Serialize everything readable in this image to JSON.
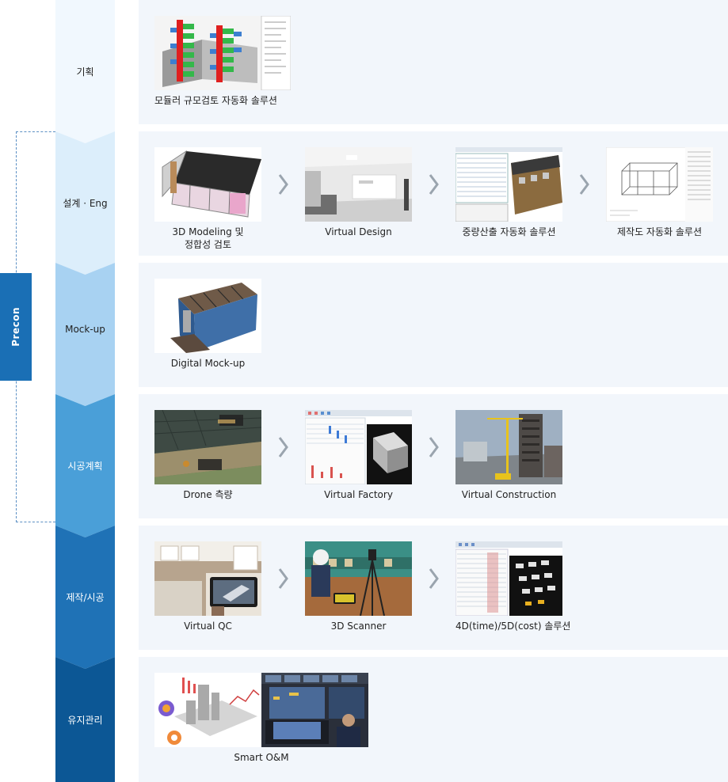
{
  "precon": {
    "label": "Precon"
  },
  "stages": [
    {
      "label": "기획"
    },
    {
      "label": "설계 · Eng"
    },
    {
      "label": "Mock-up"
    },
    {
      "label": "시공계획"
    },
    {
      "label": "제작/시공"
    },
    {
      "label": "유지관리"
    }
  ],
  "rows": [
    {
      "items": [
        {
          "caption": "모듈러 규모검토 자동화 솔루션",
          "icon": "building-massing-image"
        }
      ]
    },
    {
      "items": [
        {
          "caption": "3D Modeling 및\n정합성 검토",
          "icon": "modular-frame-image"
        },
        {
          "caption": "Virtual Design",
          "icon": "interior-render-image"
        },
        {
          "caption": "중량산출 자동화 솔루션",
          "icon": "weight-calc-software-image"
        },
        {
          "caption": "제작도 자동화 솔루션",
          "icon": "shop-drawing-image"
        }
      ]
    },
    {
      "items": [
        {
          "caption": "Digital Mock-up",
          "icon": "mockup-module-image"
        }
      ]
    },
    {
      "items": [
        {
          "caption": "Drone 측량",
          "icon": "drone-aerial-image"
        },
        {
          "caption": "Virtual Factory",
          "icon": "factory-software-image"
        },
        {
          "caption": "Virtual Construction",
          "icon": "crane-construction-image"
        }
      ]
    },
    {
      "items": [
        {
          "caption": "Virtual QC",
          "icon": "tablet-qc-image"
        },
        {
          "caption": "3D Scanner",
          "icon": "scanner-site-image"
        },
        {
          "caption": "4D(time)/5D(cost) 솔루션",
          "icon": "4d5d-software-image"
        }
      ]
    },
    {
      "items": [
        {
          "caption": "Smart O&M",
          "icon": "control-room-image"
        }
      ]
    }
  ]
}
